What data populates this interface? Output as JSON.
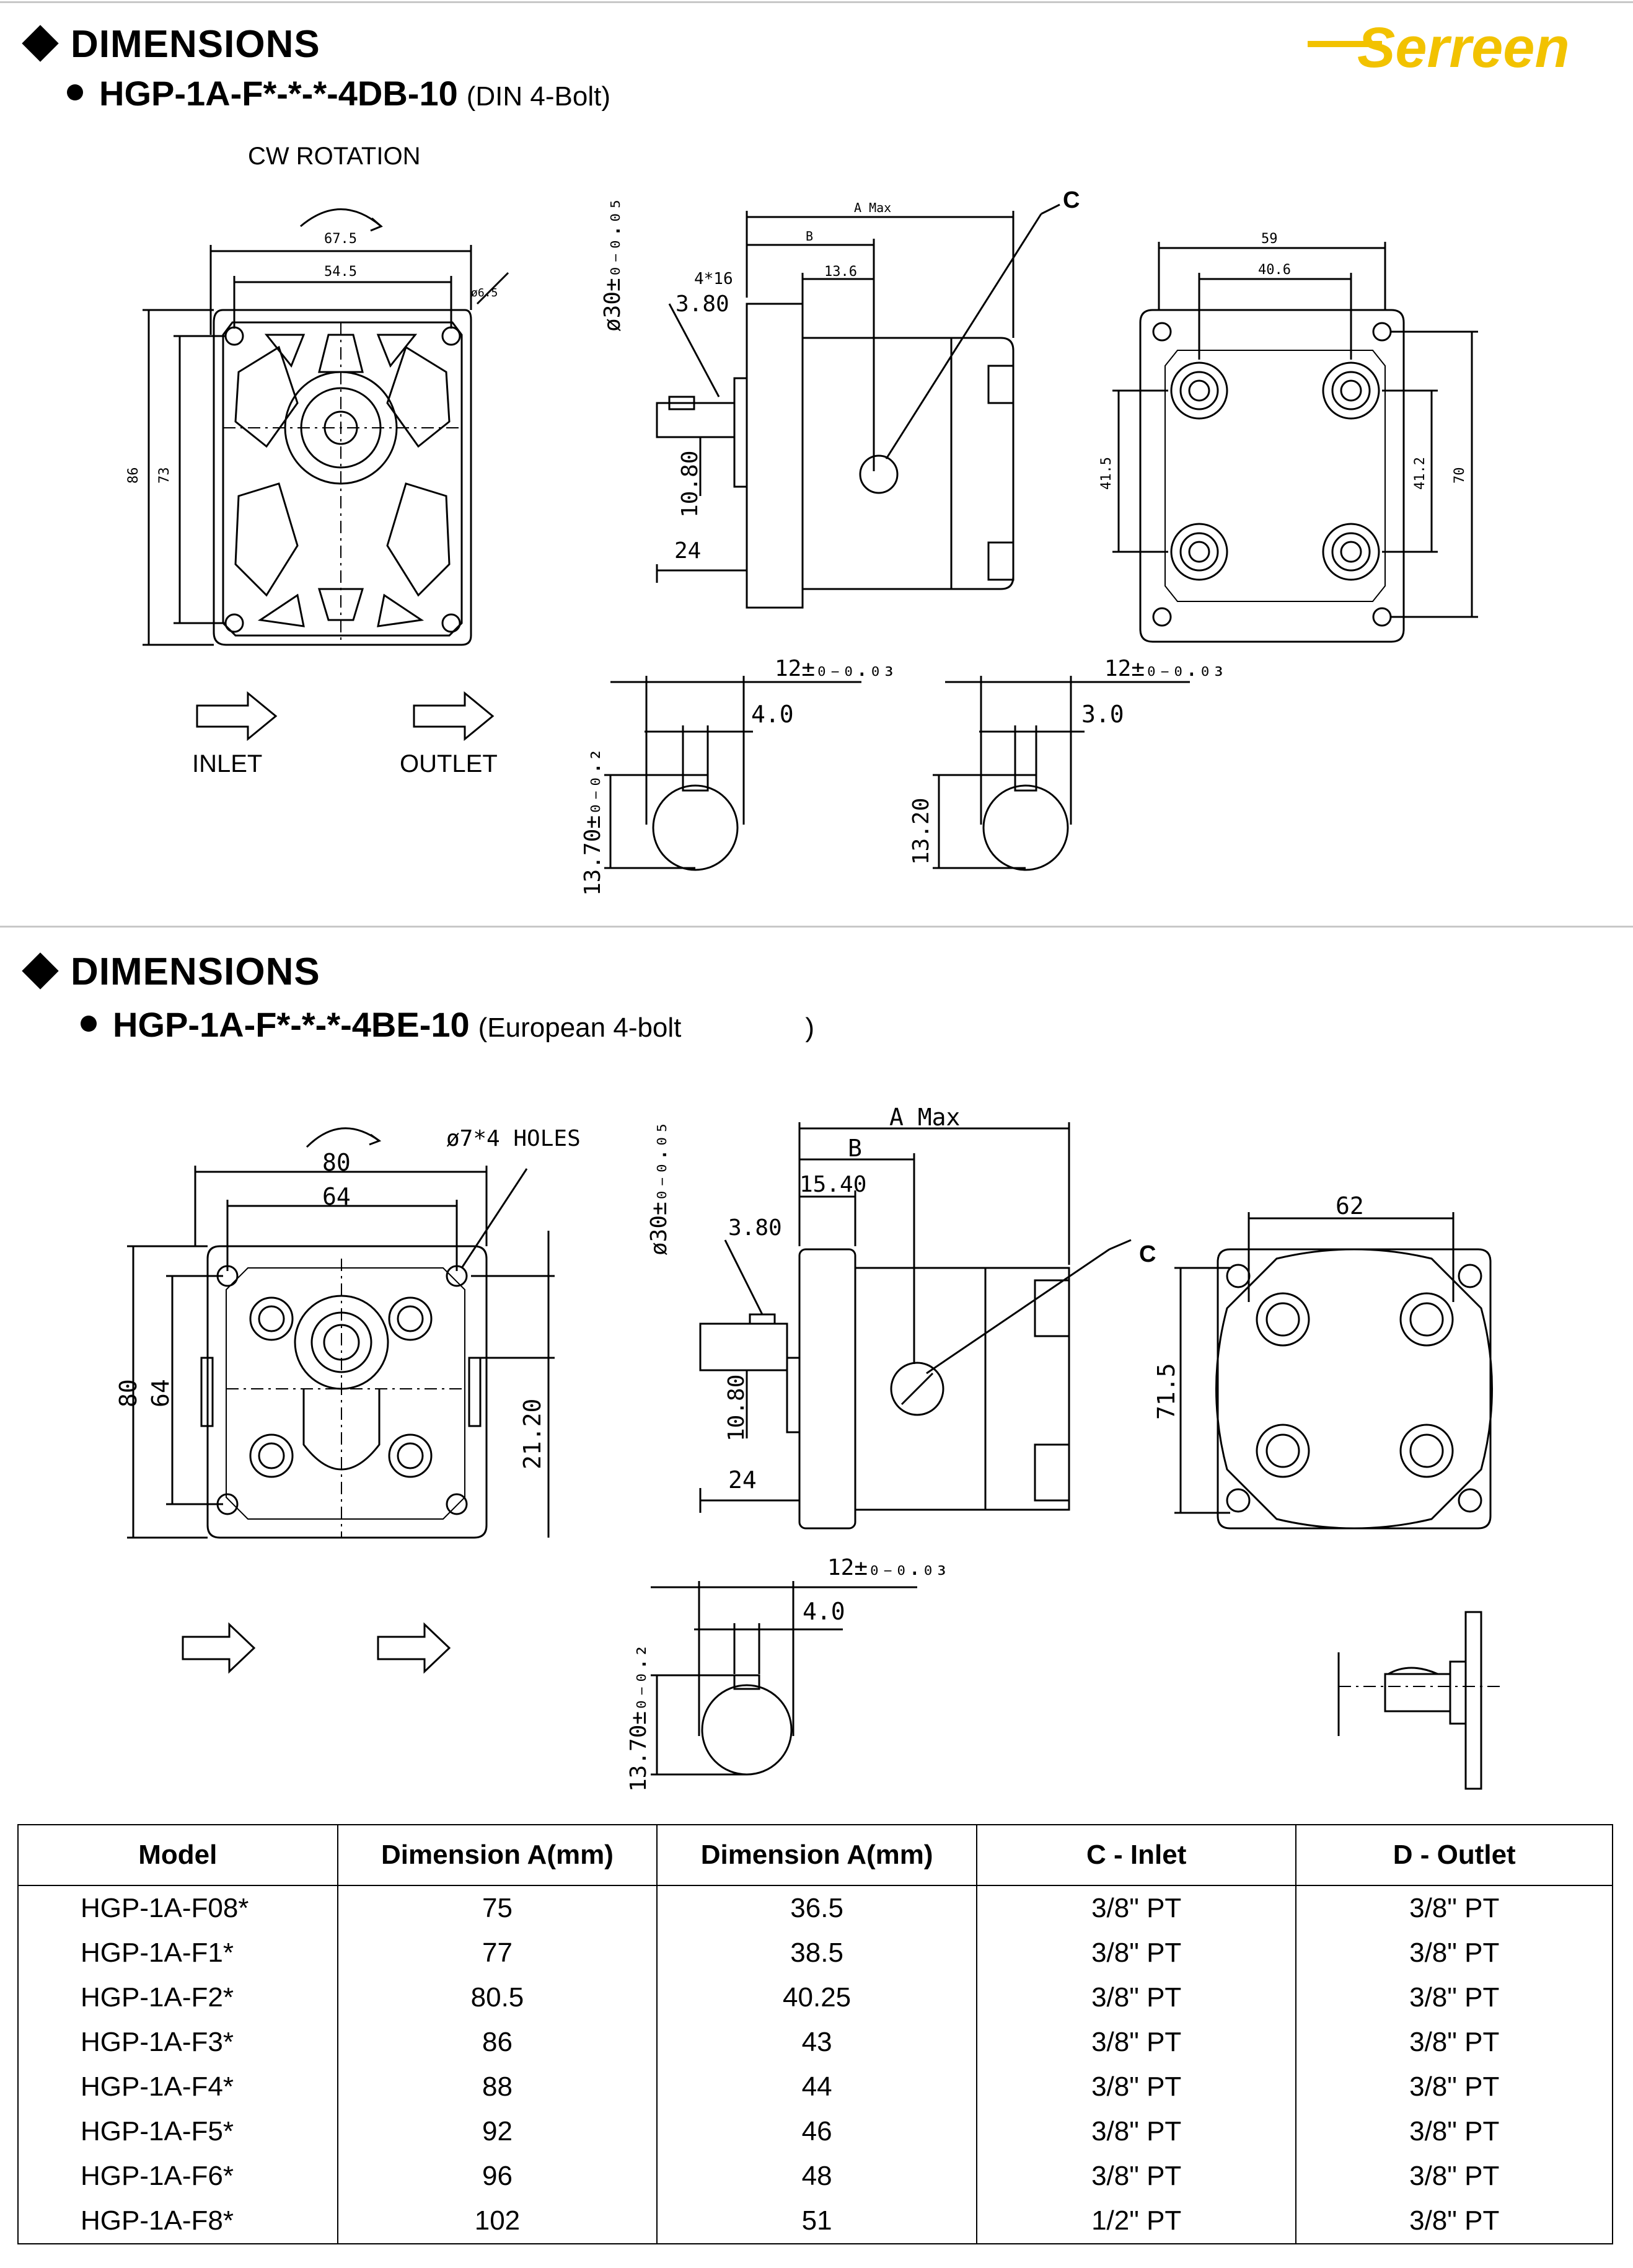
{
  "brand": {
    "name": "Serreen",
    "color": "#f2c200"
  },
  "section1": {
    "heading": "DIMENSIONS",
    "model": "HGP-1A-F*-*-*-4DB-10",
    "model_note": "(DIN 4-Bolt)",
    "rotation_label": "CW ROTATION",
    "inlet_label": "INLET",
    "outlet_label": "OUTLET",
    "front": {
      "d1": "67.5",
      "d2": "54.5",
      "hole": "ø6.5",
      "v1": "86",
      "v2": "73"
    },
    "side": {
      "a_max": "A Max",
      "b": "B",
      "c": "C",
      "dia": "ø30±₀₋₀.₀₅",
      "keyway": "4*16",
      "d380": "3.80",
      "d136": "13.6",
      "d1080": "10.80",
      "d24": "24"
    },
    "rear": {
      "d59": "59",
      "d406": "40.6",
      "d415": "41.5",
      "d412": "41.2",
      "d70": "70"
    },
    "shaft1": {
      "tol": "12±₀₋₀.₀₃",
      "w": "4.0",
      "h": "13.70±₀₋₀.₂"
    },
    "shaft2": {
      "tol": "12±₀₋₀.₀₃",
      "w": "3.0",
      "h": "13.20"
    }
  },
  "section2": {
    "heading": "DIMENSIONS",
    "model": "HGP-1A-F*-*-*-4BE-10",
    "model_note": "(European 4-bolt",
    "model_note_end": ")",
    "front": {
      "holes": "ø7*4 HOLES",
      "d80": "80",
      "d64": "64",
      "v80": "80",
      "v64": "64",
      "v2120": "21.20"
    },
    "side": {
      "a_max": "A Max",
      "b": "B",
      "c": "C",
      "dia": "ø30±₀₋₀.₀₅",
      "d1540": "15.40",
      "d380": "3.80",
      "d1080": "10.80",
      "d24": "24"
    },
    "rear": {
      "d62": "62",
      "d715": "71.5"
    },
    "shaft": {
      "tol": "12±₀₋₀.₀₃",
      "w": "4.0",
      "h": "13.70±₀₋₀.₂"
    }
  },
  "table": {
    "headers": [
      "Model",
      "Dimension A(mm)",
      "Dimension A(mm)",
      "C - Inlet",
      "D - Outlet"
    ],
    "rows": [
      [
        "HGP-1A-F08*",
        "75",
        "36.5",
        "3/8\" PT",
        "3/8\" PT"
      ],
      [
        "HGP-1A-F1*",
        "77",
        "38.5",
        "3/8\" PT",
        "3/8\" PT"
      ],
      [
        "HGP-1A-F2*",
        "80.5",
        "40.25",
        "3/8\" PT",
        "3/8\" PT"
      ],
      [
        "HGP-1A-F3*",
        "86",
        "43",
        "3/8\" PT",
        "3/8\" PT"
      ],
      [
        "HGP-1A-F4*",
        "88",
        "44",
        "3/8\" PT",
        "3/8\" PT"
      ],
      [
        "HGP-1A-F5*",
        "92",
        "46",
        "3/8\" PT",
        "3/8\" PT"
      ],
      [
        "HGP-1A-F6*",
        "96",
        "48",
        "3/8\" PT",
        "3/8\" PT"
      ],
      [
        "HGP-1A-F8*",
        "102",
        "51",
        "1/2\" PT",
        "3/8\" PT"
      ]
    ]
  }
}
